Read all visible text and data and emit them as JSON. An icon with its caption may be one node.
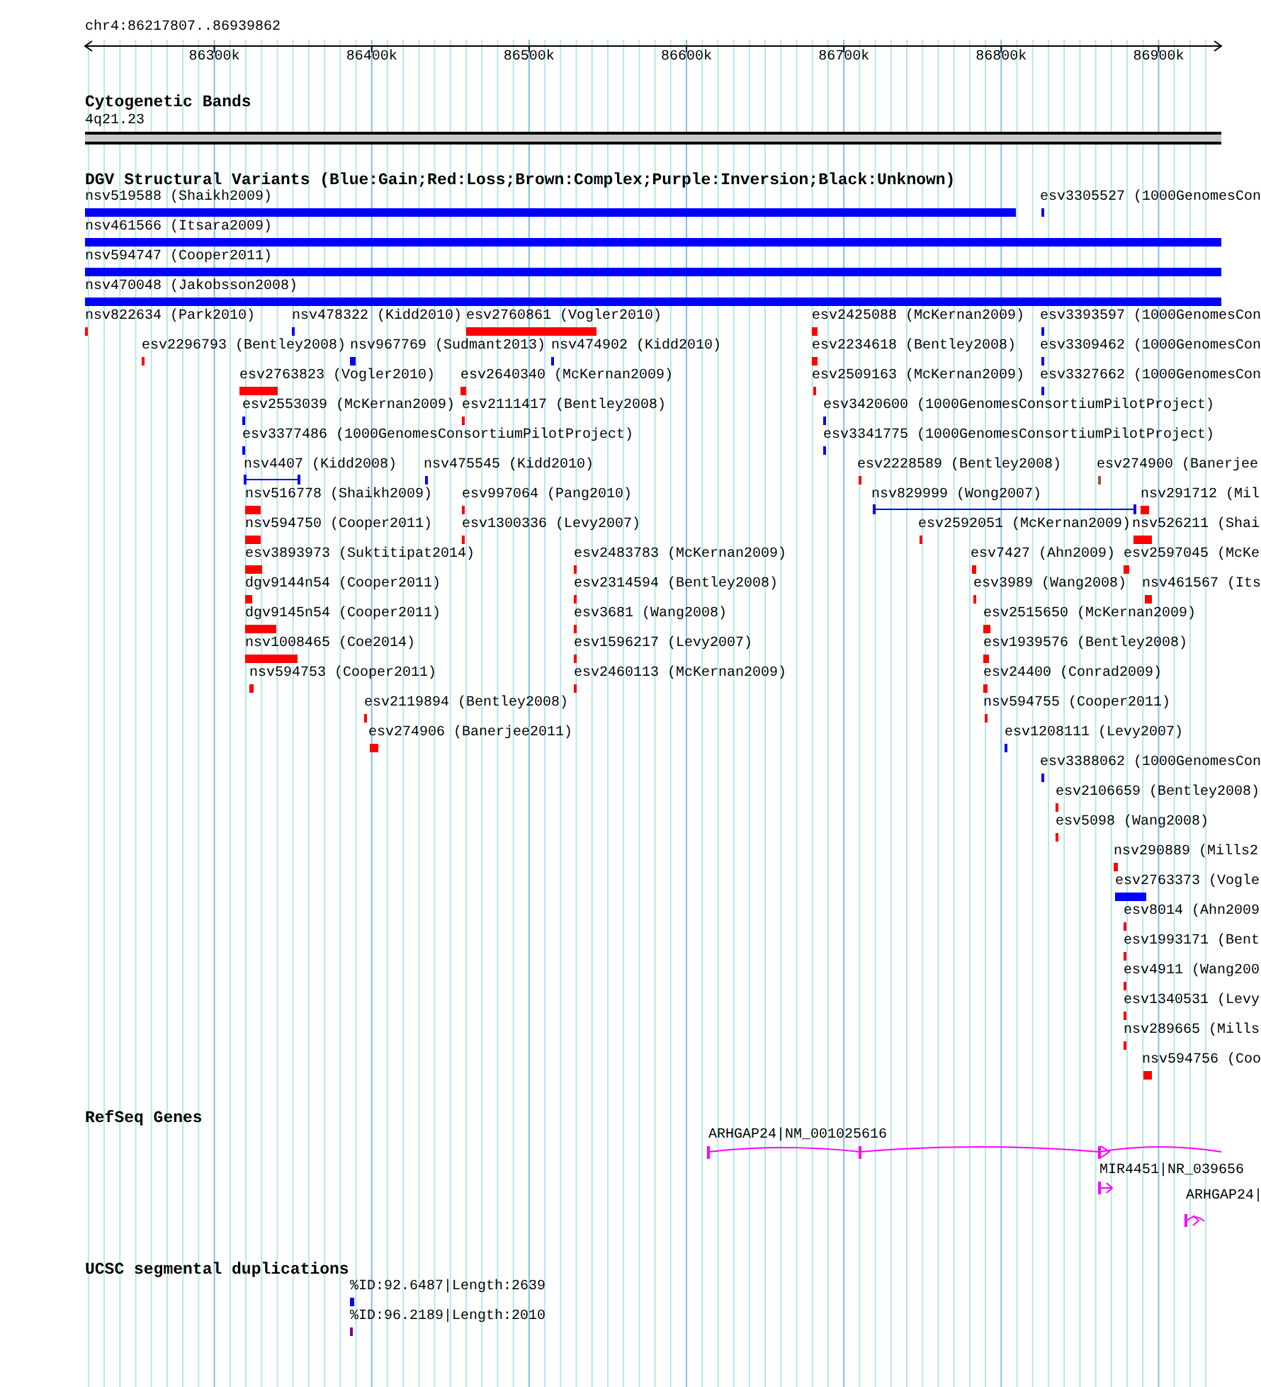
{
  "diagram": {
    "labels": [
      "chr4:86217807..86939862",
      "86300k",
      "86400k",
      "86500k",
      "86600k",
      "86700k",
      "86800k",
      "86900k",
      "Cytogenetic Bands",
      "4q21.23",
      "DGV Structural Variants (Blue:Gain;Red:Loss;Brown:Complex;Purple:Inversion;Black:Unknown)",
      "nsv519588 (Shaikh2009)",
      "esv3305527 (1000GenomesCon",
      "nsv461566 (Itsara2009)",
      "nsv594747 (Cooper2011)",
      "nsv470048 (Jakobsson2008)",
      "nsv822634 (Park2010)",
      "nsv478322 (Kidd2010)",
      "esv2760861 (Vogler2010)",
      "esv2425088 (McKernan2009)",
      "esv3393597 (1000GenomesCon",
      "esv2296793 (Bentley2008)",
      "nsv967769 (Sudmant2013)",
      "nsv474902 (Kidd2010)",
      "esv2234618 (Bentley2008)",
      "esv3309462 (1000GenomesCon",
      "esv2763823 (Vogler2010)",
      "esv2640340 (McKernan2009)",
      "esv2509163 (McKernan2009)",
      "esv3327662 (1000GenomesCon",
      "esv2553039 (McKernan2009)",
      "esv2111417 (Bentley2008)",
      "esv3420600 (1000GenomesConsortiumPilotProject)",
      "esv3377486 (1000GenomesConsortiumPilotProject)",
      "esv3341775 (1000GenomesConsortiumPilotProject)",
      "nsv4407 (Kidd2008)",
      "nsv475545 (Kidd2010)",
      "esv2228589 (Bentley2008)",
      "esv274900 (Banerjee",
      "nsv516778 (Shaikh2009)",
      "esv997064 (Pang2010)",
      "nsv829999 (Wong2007)",
      "nsv291712 (Mil",
      "nsv594750 (Cooper2011)",
      "esv1300336 (Levy2007)",
      "esv2592051 (McKernan2009)",
      "nsv526211 (Shai",
      "esv3893973 (Suktitipat2014)",
      "esv2483783 (McKernan2009)",
      "esv7427 (Ahn2009)",
      "esv2597045 (McKe",
      "dgv9144n54 (Cooper2011)",
      "esv2314594 (Bentley2008)",
      "esv3989 (Wang2008)",
      "nsv461567 (Its",
      "dgv9145n54 (Cooper2011)",
      "esv3681 (Wang2008)",
      "esv2515650 (McKernan2009)",
      "nsv1008465 (Coe2014)",
      "esv1596217 (Levy2007)",
      "esv1939576 (Bentley2008)",
      "nsv594753 (Cooper2011)",
      "esv2460113 (McKernan2009)",
      "esv24400 (Conrad2009)",
      "esv2119894 (Bentley2008)",
      "nsv594755 (Cooper2011)",
      "esv274906 (Banerjee2011)",
      "esv1208111 (Levy2007)",
      "esv3388062 (1000GenomesCon",
      "esv2106659 (Bentley2008)",
      "esv5098 (Wang2008)",
      "nsv290889 (Mills2",
      "esv2763373 (Vogle",
      "esv8014 (Ahn2009",
      "esv1993171 (Bent",
      "esv4911 (Wang200",
      "esv1340531 (Levy",
      "nsv289665 (Mills",
      "nsv594756 (Coo",
      "RefSeq Genes",
      "ARHGAP24|NM_001025616",
      "MIR4451|NR_039656",
      "ARHGAP24|",
      "UCSC segmental duplications",
      "%ID:92.6487|Length:2639",
      "%ID:96.2189|Length:2010"
    ]
  }
}
